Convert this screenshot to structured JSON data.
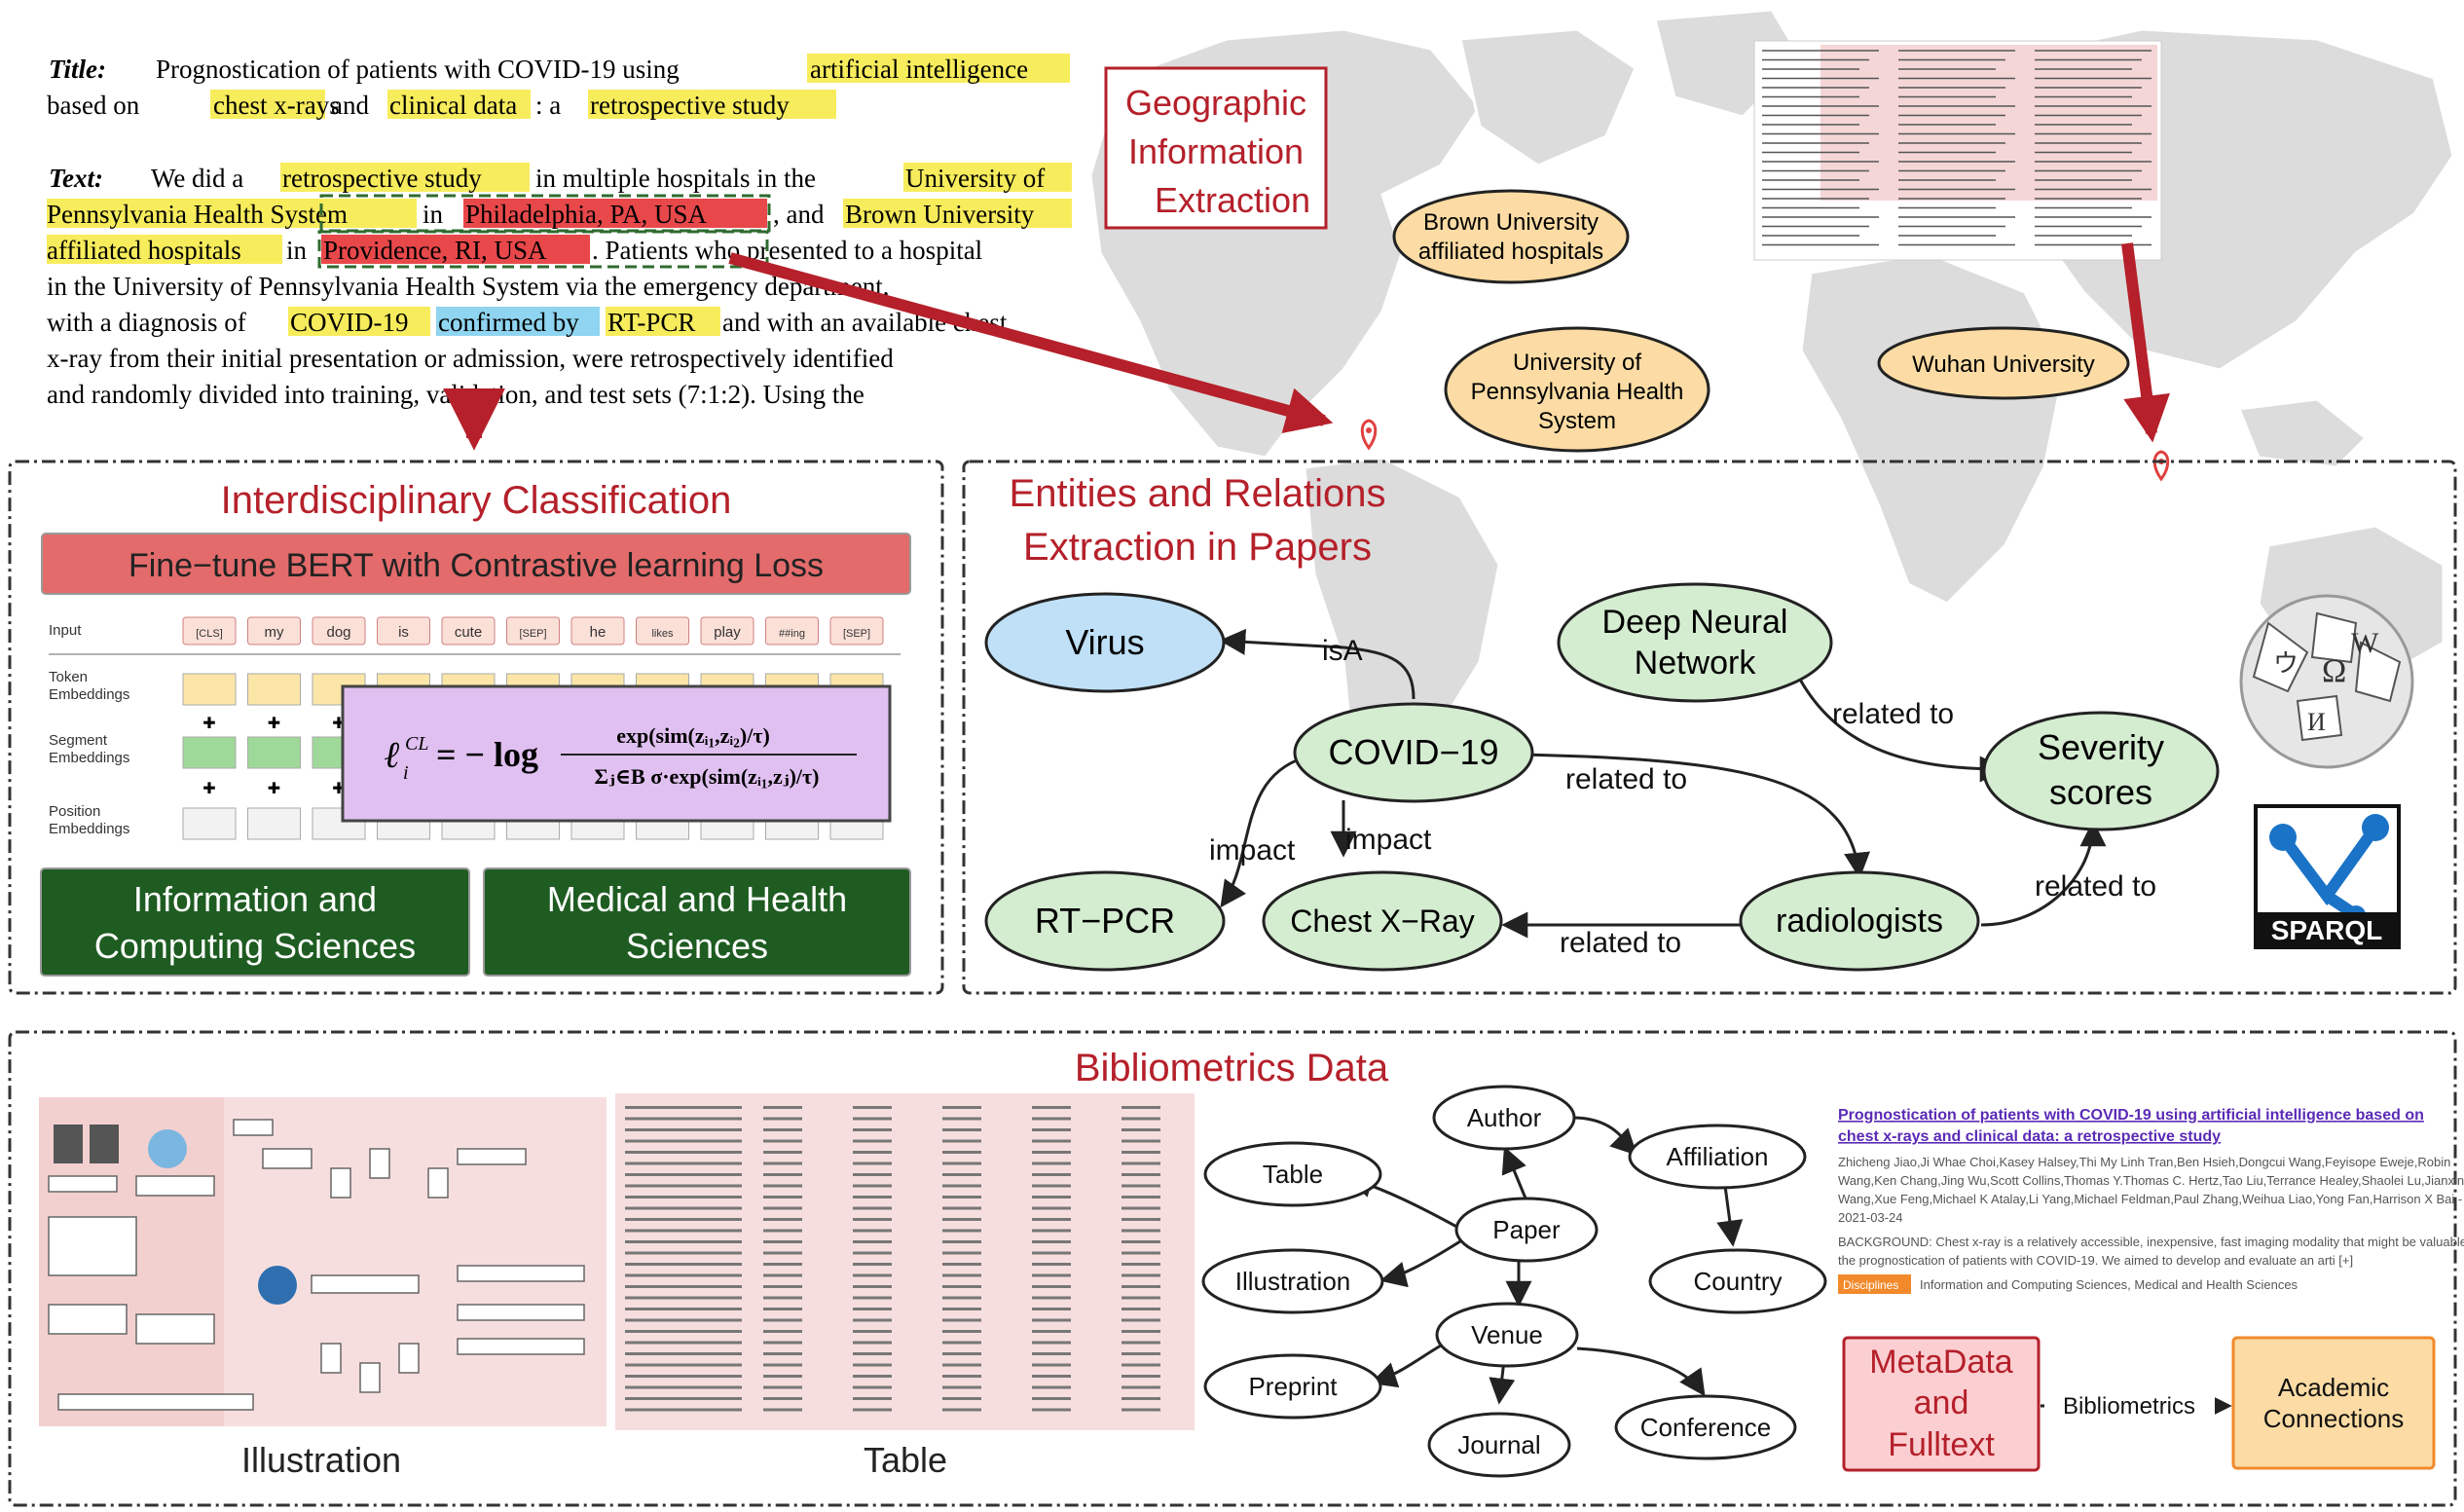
{
  "colors": {
    "highlight_yellow": "#f7ec5c",
    "highlight_red": "#e8484a",
    "highlight_blue": "#8fd4f0",
    "title_red": "#b5202a",
    "arrow_red": "#b5202a",
    "node_green": "#d4ecd0",
    "node_blue": "#bfe0f7",
    "node_orange": "#fcdca4",
    "category_green": "#1e5c21",
    "bert_header_red": "#e36b6b",
    "formula_purple": "#e0c0f0",
    "metadata_red": "#fbcfd2",
    "academic_orange": "#fcdca4"
  },
  "text_panel": {
    "title_label": "Title:",
    "title_segments": [
      {
        "t": "Prognostication of patients with COVID-19 using ",
        "h": ""
      },
      {
        "t": "artificial intelligence",
        "h": "y"
      }
    ],
    "title_line2": [
      {
        "t": "based on ",
        "h": ""
      },
      {
        "t": "chest x-rays",
        "h": "y"
      },
      {
        "t": " and ",
        "h": ""
      },
      {
        "t": "clinical data",
        "h": "y"
      },
      {
        "t": ": a ",
        "h": ""
      },
      {
        "t": "retrospective study",
        "h": "y"
      }
    ],
    "text_label": "Text:",
    "body_lines": [
      [
        {
          "t": "We did a ",
          "h": ""
        },
        {
          "t": "retrospective study",
          "h": "y"
        },
        {
          "t": " in multiple hospitals in the ",
          "h": ""
        },
        {
          "t": "University of",
          "h": "y"
        }
      ],
      [
        {
          "t": "Pennsylvania Health System",
          "h": "y"
        },
        {
          "t": " in ",
          "h": ""
        },
        {
          "t": "Philadelphia, PA, USA",
          "h": "r"
        },
        {
          "t": ", and ",
          "h": ""
        },
        {
          "t": "Brown University",
          "h": "y"
        }
      ],
      [
        {
          "t": "affiliated hospitals",
          "h": "y"
        },
        {
          "t": " in ",
          "h": ""
        },
        {
          "t": "Providence, RI, USA",
          "h": "r"
        },
        {
          "t": ". Patients who presented to a hospital",
          "h": ""
        }
      ],
      [
        {
          "t": "in the University of Pennsylvania Health System via the emergency department,",
          "h": ""
        }
      ],
      [
        {
          "t": "with a diagnosis of ",
          "h": ""
        },
        {
          "t": "COVID-19",
          "h": "y"
        },
        {
          "t": " ",
          "h": ""
        },
        {
          "t": "confirmed by",
          "h": "b"
        },
        {
          "t": " ",
          "h": ""
        },
        {
          "t": "RT-PCR",
          "h": "y"
        },
        {
          "t": " and with an available chest",
          "h": ""
        }
      ],
      [
        {
          "t": "x-ray from their initial presentation or admission, were retrospectively identified",
          "h": ""
        }
      ],
      [
        {
          "t": "and randomly divided into training, validation, and test sets (7:1:2). Using the",
          "h": ""
        }
      ]
    ]
  },
  "geo": {
    "title_line1": "Geographic",
    "title_line2": "Information",
    "title_line3": "Extraction",
    "brown_line1": "Brown University",
    "brown_line2": "affiliated hospitals",
    "upenn_line1": "University of",
    "upenn_line2": "Pennsylvania Health",
    "upenn_line3": "System",
    "wuhan": "Wuhan University"
  },
  "interdisciplinary": {
    "title": "Interdisciplinary Classification",
    "bert_header": "Fine−tune BERT with Contrastive learning Loss",
    "row_labels": [
      "Input",
      "Token Embeddings",
      "Segment Embeddings",
      "Position Embeddings"
    ],
    "tokens": [
      "[CLS]",
      "my",
      "dog",
      "is",
      "cute",
      "[SEP]",
      "he",
      "likes",
      "play",
      "##ing",
      "[SEP]"
    ],
    "formula": "ℓᵢᶜᴸ = − log exp(sim(zᵢ₁,zᵢ₂)/τ) / Σⱼ∈B σ·exp(sim(zᵢ₁,zⱼ)/τ)",
    "cat1_line1": "Information and",
    "cat1_line2": "Computing Sciences",
    "cat2_line1": "Medical and Health",
    "cat2_line2": "Sciences"
  },
  "entities": {
    "title_line1": "Entities and Relations",
    "title_line2": "Extraction in Papers",
    "nodes": {
      "virus": "Virus",
      "dnn_line1": "Deep Neural",
      "dnn_line2": "Network",
      "covid": "COVID−19",
      "severity_line1": "Severity",
      "severity_line2": "scores",
      "rtpcr": "RT−PCR",
      "chest": "Chest X−Ray",
      "radiologists": "radiologists"
    },
    "edges": {
      "isa": "isA",
      "related_to_1": "related to",
      "related_to_2": "related to",
      "impact_1": "impact",
      "impact_2": "impact",
      "related_to_3": "related to",
      "related_to_4": "related to"
    },
    "sparql": "SPARQL"
  },
  "biblio": {
    "title": "Bibliometrics Data",
    "illustration_caption": "Illustration",
    "table_caption": "Table",
    "graph": {
      "author": "Author",
      "affiliation": "Affiliation",
      "table": "Table",
      "paper": "Paper",
      "illustration": "Illustration",
      "country": "Country",
      "venue": "Venue",
      "preprint": "Preprint",
      "journal": "Journal",
      "conference": "Conference"
    },
    "record": {
      "title_line1": "Prognostication of patients with COVID-19 using artificial intelligence based on",
      "title_line2": "chest x-rays and clinical data: a retrospective study",
      "authors_line1": "Zhicheng Jiao,Ji Whae Choi,Kasey Halsey,Thi My Linh Tran,Ben Hsieh,Dongcui Wang,Feyisope Eweje,Robin",
      "authors_line2": "Wang,Ken Chang,Jing Wu,Scott Collins,Thomas Y.Thomas C. Hertz,Tao Liu,Terrance Healey,Shaolei Lu,Jianxin",
      "authors_line3": "Wang,Xue Feng,Michael K Atalay,Li Yang,Michael Feldman,Paul Zhang,Weihua Liao,Yong Fan,Harrison X Bai -",
      "date": "2021-03-24",
      "abstract_line1": "BACKGROUND: Chest x-ray is a relatively accessible, inexpensive, fast imaging modality that might be valuable in",
      "abstract_line2": "the prognostication of patients with COVID-19. We aimed to develop and evaluate an arti [+]",
      "disciplines_label": "Disciplines",
      "disciplines_value": "Information and Computing Sciences, Medical and Health Sciences"
    },
    "metadata_line1": "MetaData",
    "metadata_line2": "and",
    "metadata_line3": "Fulltext",
    "bibliometrics_edge": "Bibliometrics",
    "academic_line1": "Academic",
    "academic_line2": "Connections"
  }
}
